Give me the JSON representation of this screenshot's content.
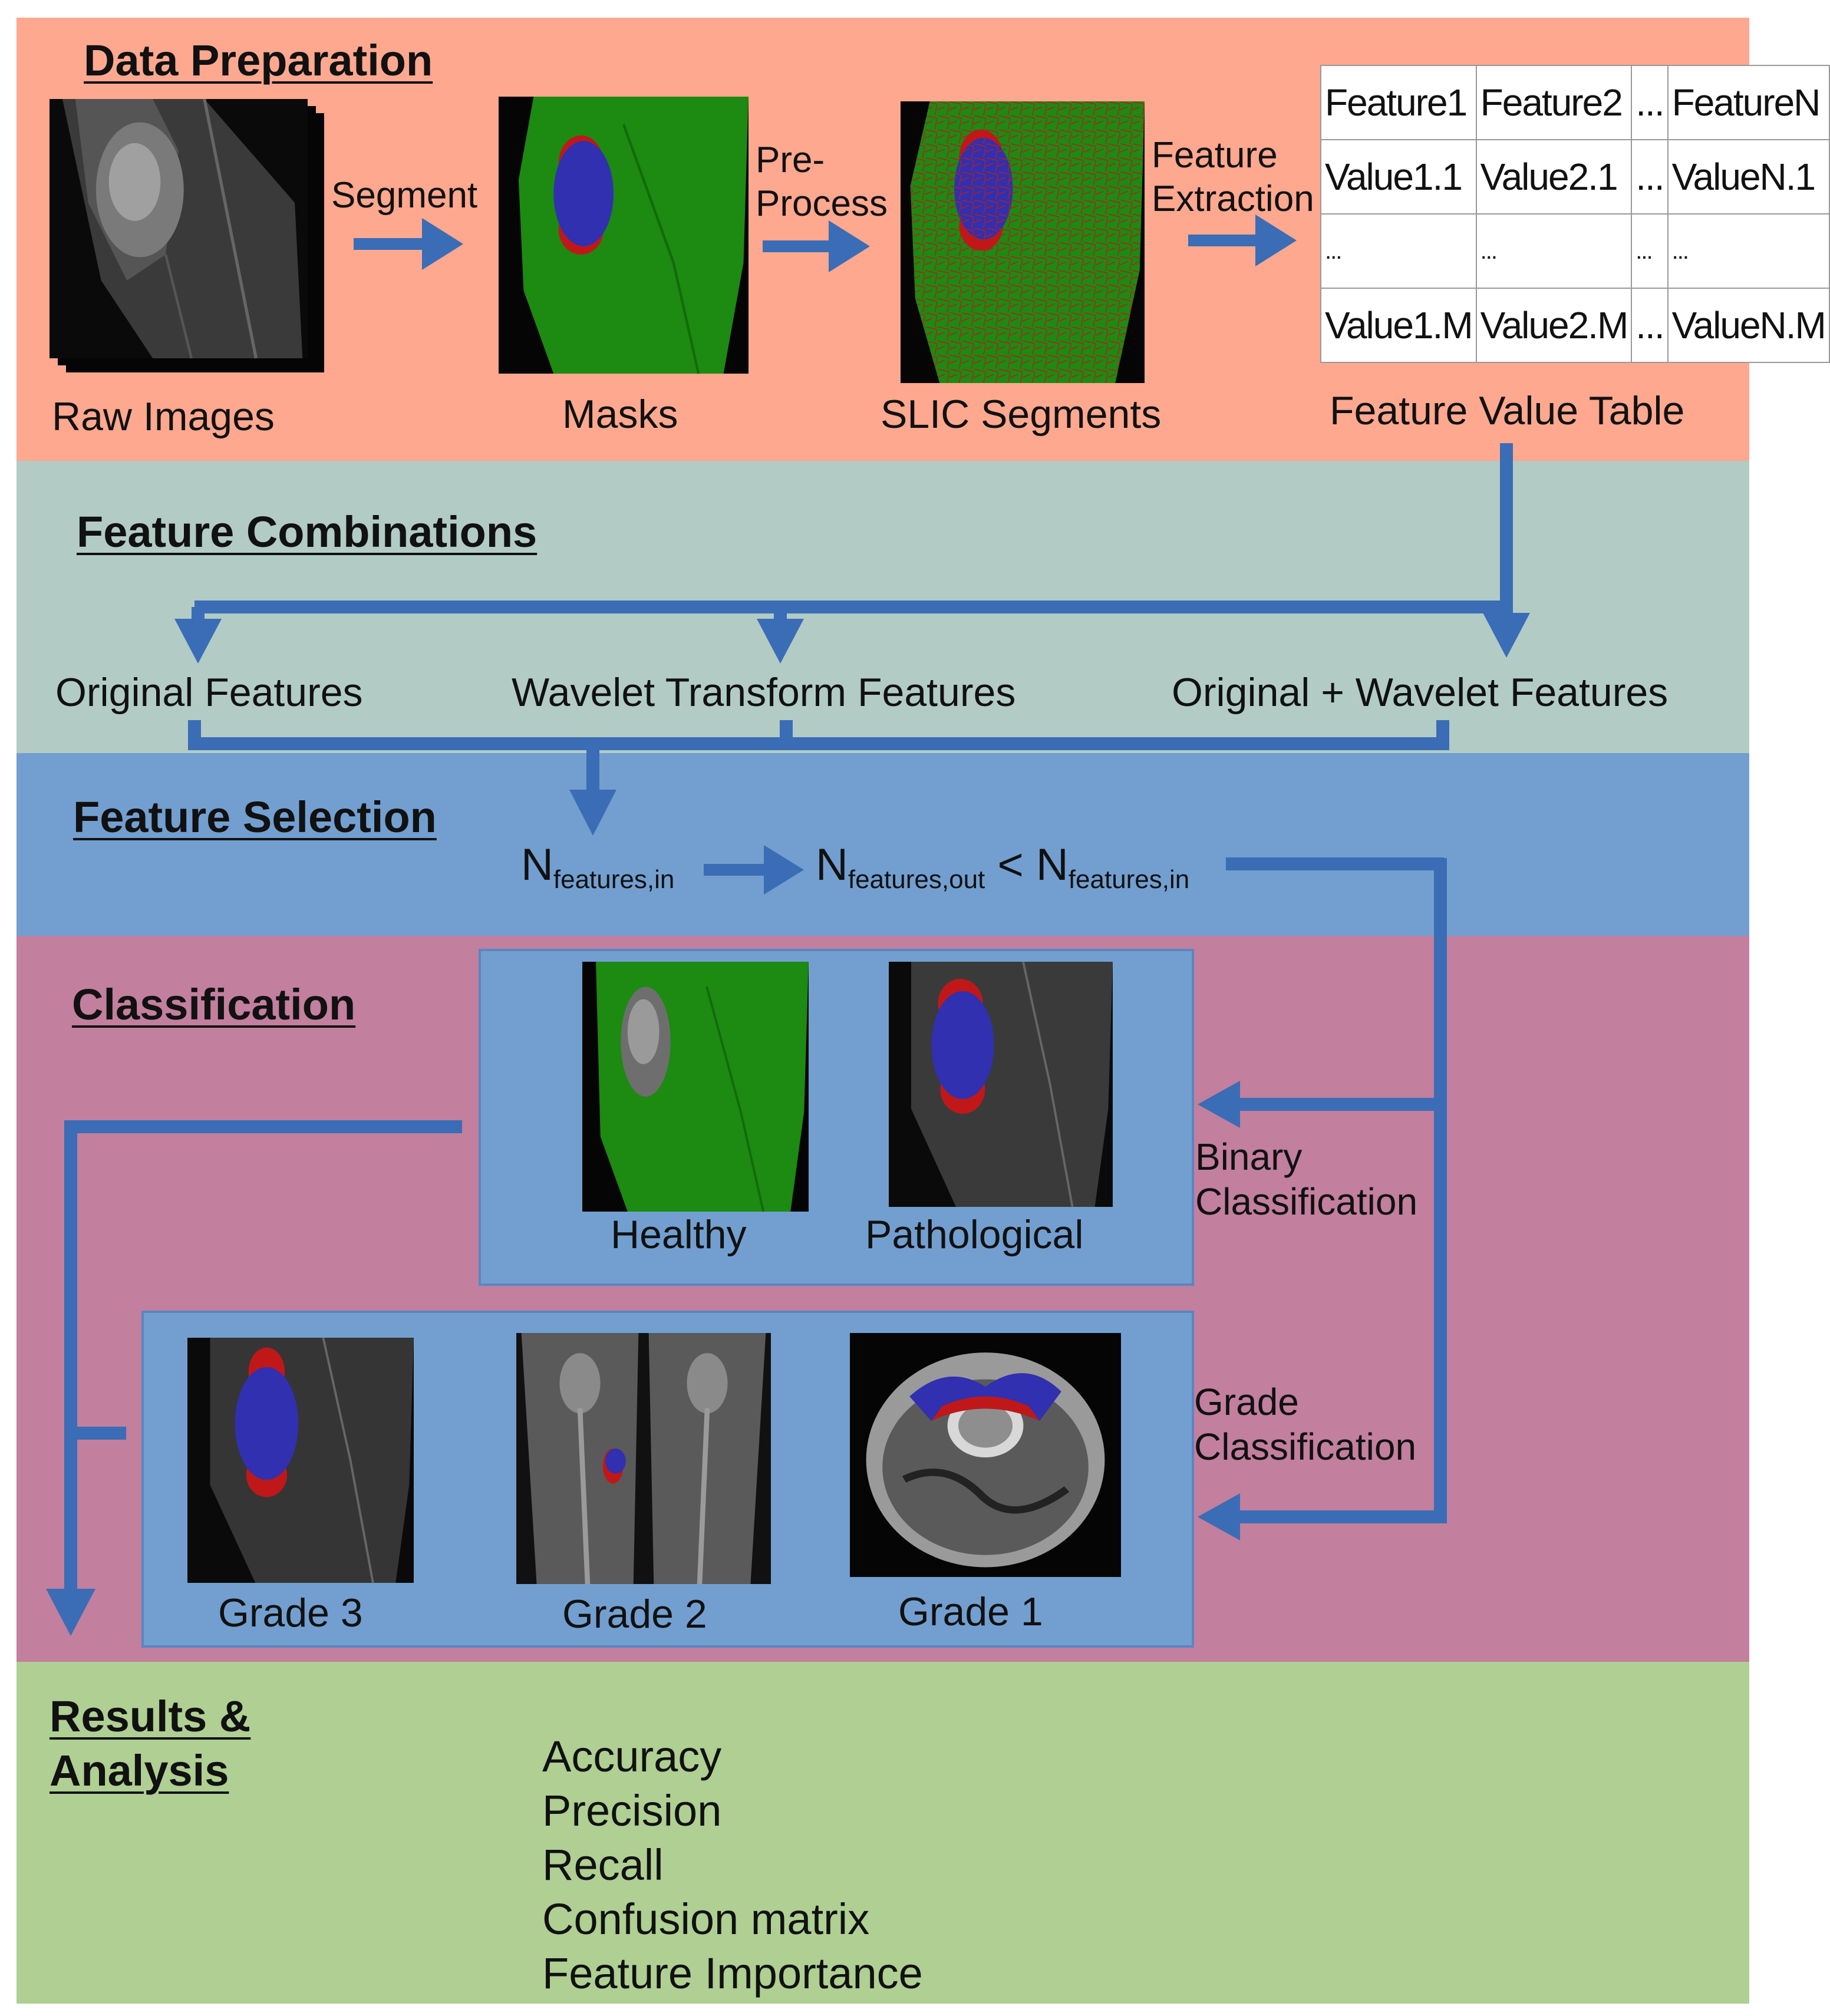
{
  "sections": {
    "data_preparation": "Data Preparation",
    "feature_combinations": "Feature Combinations",
    "feature_selection": "Feature Selection",
    "classification": "Classification",
    "results_line1": "Results &",
    "results_line2": "Analysis"
  },
  "colors": {
    "data_preparation": "#fda88f",
    "feature_combinations": "#b2cbc5",
    "feature_selection": "#729fd0",
    "classification": "#c27f9e",
    "results": "#afcf93",
    "arrow": "#3a6db5",
    "mask_green": "#1d8a12",
    "mask_blue": "#3030b0",
    "mask_red": "#c01818"
  },
  "data_prep": {
    "raw_images": "Raw Images",
    "masks": "Masks",
    "slic_segments": "SLIC Segments",
    "feature_value_table": "Feature Value Table",
    "segment": "Segment",
    "pre": "Pre-",
    "process": "Process",
    "feature": "Feature",
    "extraction": "Extraction"
  },
  "feature_table": {
    "rows": [
      [
        "Feature1",
        "Feature2",
        "...",
        "FeatureN"
      ],
      [
        "Value1.1",
        "Value2.1",
        "...",
        "ValueN.1"
      ],
      [
        "...",
        "...",
        "...",
        "..."
      ],
      [
        "Value1.M",
        "Value2.M",
        "...",
        "ValueN.M"
      ]
    ]
  },
  "combinations": {
    "original": "Original Features",
    "wavelet": "Wavelet Transform Features",
    "both": "Original + Wavelet Features"
  },
  "selection": {
    "n": "N",
    "sub_in": "features,in",
    "sub_out": "features,out",
    "lt": "<"
  },
  "classification": {
    "healthy": "Healthy",
    "pathological": "Pathological",
    "binary_line1": "Binary",
    "binary_line2": "Classification",
    "grade_line1": "Grade",
    "grade_line2": "Classification",
    "grade3": "Grade 3",
    "grade2": "Grade 2",
    "grade1": "Grade 1"
  },
  "results": {
    "metrics": [
      "Accuracy",
      "Precision",
      "Recall",
      "Confusion matrix",
      "Feature Importance"
    ]
  }
}
